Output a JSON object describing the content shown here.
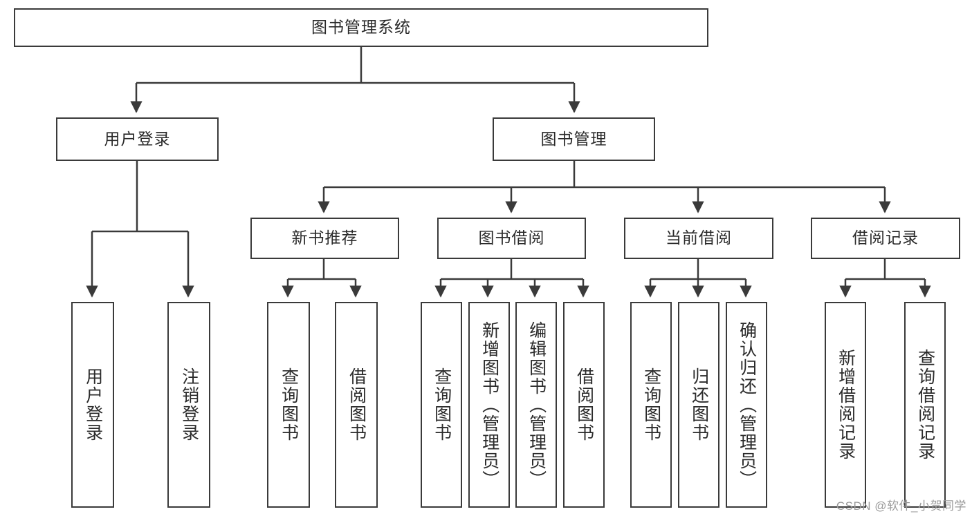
{
  "diagram": {
    "title": "图书管理系统",
    "type": "tree-hierarchy-chart",
    "colors": {
      "border": "#3a3a3a",
      "text": "#2b2b2b",
      "background": "#ffffff",
      "watermark": "#9a9a9a"
    },
    "root": {
      "label": "图书管理系统"
    },
    "level2": [
      {
        "label": "用户登录"
      },
      {
        "label": "图书管理"
      }
    ],
    "level3": [
      {
        "label": "新书推荐"
      },
      {
        "label": "图书借阅"
      },
      {
        "label": "当前借阅"
      },
      {
        "label": "借阅记录"
      }
    ],
    "level4": {
      "user_login_children": [
        {
          "label": "用户登录"
        },
        {
          "label": "注销登录"
        }
      ],
      "new_book_children": [
        {
          "label": "查询图书"
        },
        {
          "label": "借阅图书"
        }
      ],
      "book_borrow_children": [
        {
          "label": "查询图书"
        },
        {
          "label": "新增图书（管理员）"
        },
        {
          "label": "编辑图书（管理员）"
        },
        {
          "label": "借阅图书"
        }
      ],
      "current_borrow_children": [
        {
          "label": "查询图书"
        },
        {
          "label": "归还图书"
        },
        {
          "label": "确认归还（管理员）"
        }
      ],
      "borrow_record_children": [
        {
          "label": "新增借阅记录"
        },
        {
          "label": "查询借阅记录"
        }
      ]
    }
  },
  "watermark": {
    "text": "CSDN @软件_小贺同学"
  }
}
